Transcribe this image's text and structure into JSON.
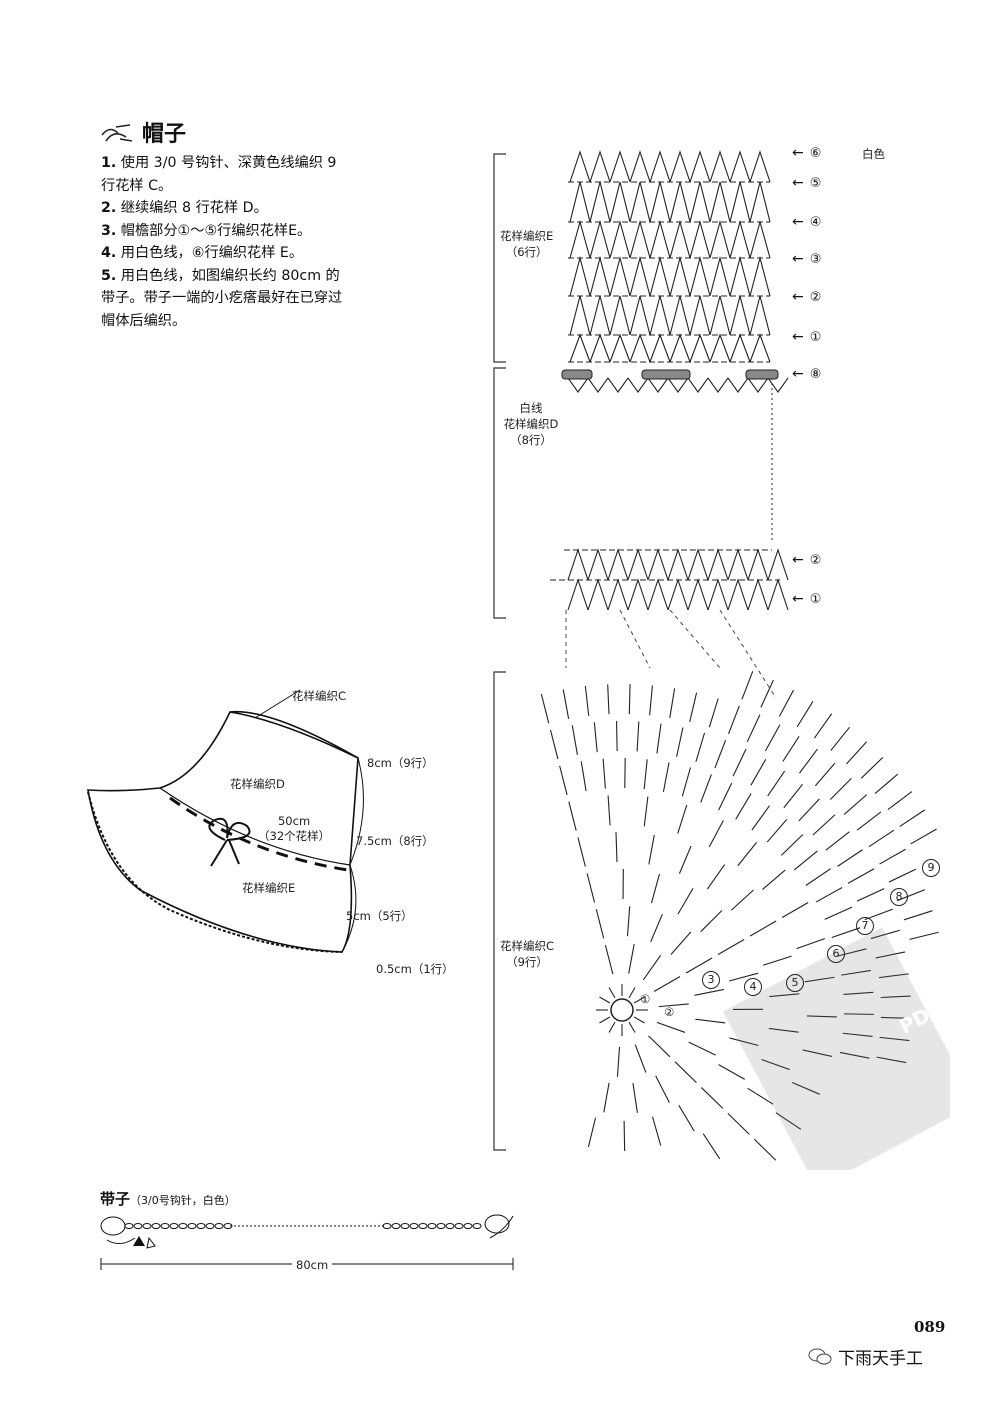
{
  "title": "帽子",
  "steps": [
    {
      "num": "1.",
      "text": "使用 3/0 号钩针、深黄色线编织 9 行花样 C。"
    },
    {
      "num": "2.",
      "text": "继续编织 8 行花样 D。"
    },
    {
      "num": "3.",
      "text": "帽檐部分①～⑤行编织花样E。"
    },
    {
      "num": "4.",
      "text": "用白色线，⑥行编织花样 E。"
    },
    {
      "num": "5.",
      "text": "用白色线，如图编织长约 80cm 的带子。带子一端的小疙瘩最好在已穿过帽体后编织。"
    }
  ],
  "chart_top": {
    "section_e": "花样编织E",
    "section_e_rows": "（6行）",
    "section_d_color": "白线",
    "section_d": "花样编织D",
    "section_d_rows": "（8行）",
    "white_label": "白色",
    "row_markers_e": [
      "⑥",
      "⑤",
      "④",
      "③",
      "②",
      "①"
    ],
    "row_marker_d_top": "⑧",
    "row_markers_d_bottom": [
      "②",
      "①"
    ]
  },
  "chart_bottom": {
    "section_c": "花样编织C",
    "section_c_rows": "（9行）",
    "row_numbers": [
      "①",
      "②",
      "3",
      "4",
      "5",
      "6",
      "7",
      "8",
      "9"
    ]
  },
  "hat": {
    "label_c": "花样编织C",
    "label_d": "花样编织D",
    "label_e": "花样编织E",
    "circumference": "50cm",
    "circumference_sub": "（32个花样）",
    "dim_c": "8cm（9行）",
    "dim_d": "7.5cm（8行）",
    "dim_e": "5cm（5行）",
    "dim_edge": "0.5cm（1行）"
  },
  "strap": {
    "title": "带子",
    "sub": "（3/0号钩针，白色）",
    "length": "80cm"
  },
  "watermark": "PDG",
  "page_number": "089",
  "footer_text": "下雨天手工"
}
